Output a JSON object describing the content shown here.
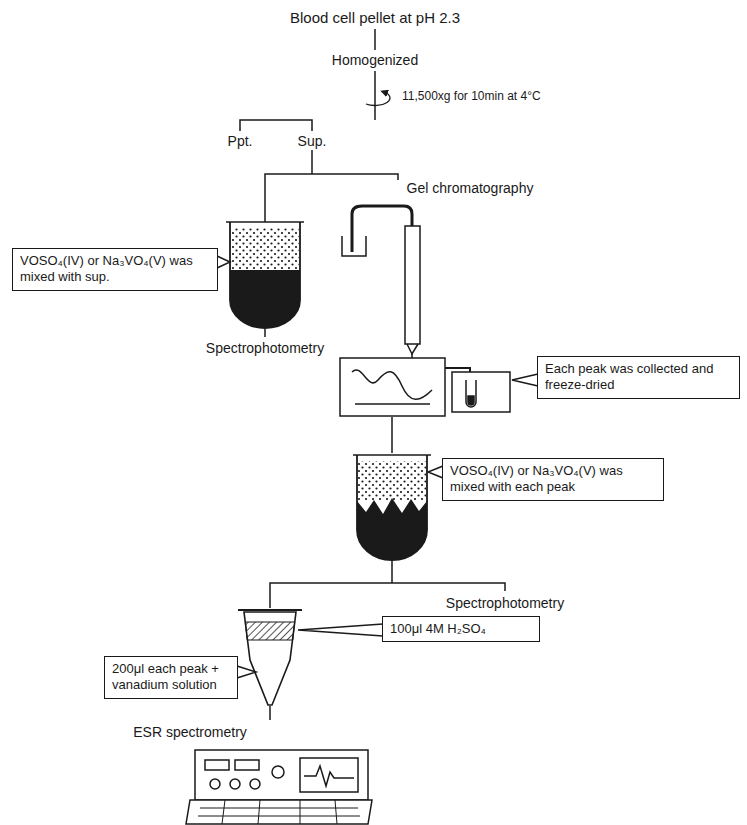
{
  "diagram": {
    "nodes": [
      {
        "text": [
          "VOSO₄(IV) or Na₃VO₄(V) was mixed with sup."
        ]
      },
      {
        "text": [
          "Each peak was collected and freeze-dried"
        ]
      },
      {
        "text": [
          "VOSO₄(IV) or Na₃VO₄(V) was mixed with each peak"
        ]
      },
      {
        "text": [
          "100μl 4M H₂SO₄"
        ]
      },
      {
        "text": [
          "200μl each peak + vanadium solution"
        ]
      }
    ],
    "labels": [
      "Blood cell pellet at pH 2.3",
      "Homogenized",
      "11,500xg for 10min at 4°C",
      "Ppt.",
      "Sup.",
      "Spectrophotometry",
      "Gel chromatography",
      "Spectrophotometry",
      "ESR spectrometry"
    ]
  }
}
